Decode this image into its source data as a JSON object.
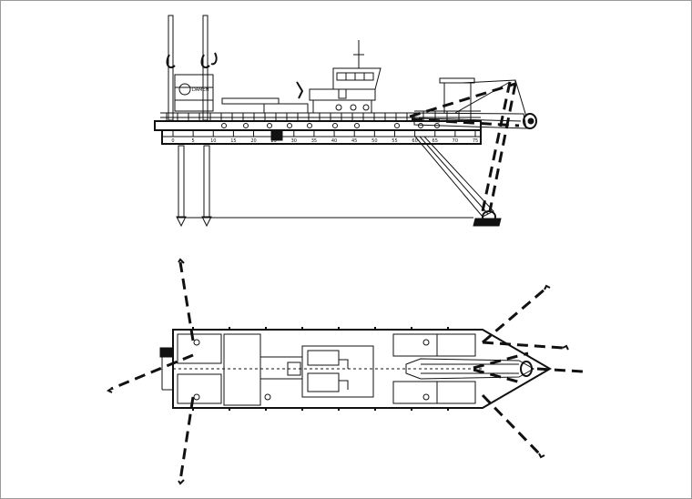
{
  "drawing": {
    "brand_label": "DAMEN",
    "frame_numbers": [
      "0",
      "5",
      "10",
      "15",
      "20",
      "25",
      "30",
      "35",
      "40",
      "45",
      "50",
      "55",
      "60",
      "65",
      "70",
      "75"
    ],
    "colors": {
      "line": "#111111",
      "background": "#ffffff",
      "frame": "#9a9a9a"
    }
  }
}
